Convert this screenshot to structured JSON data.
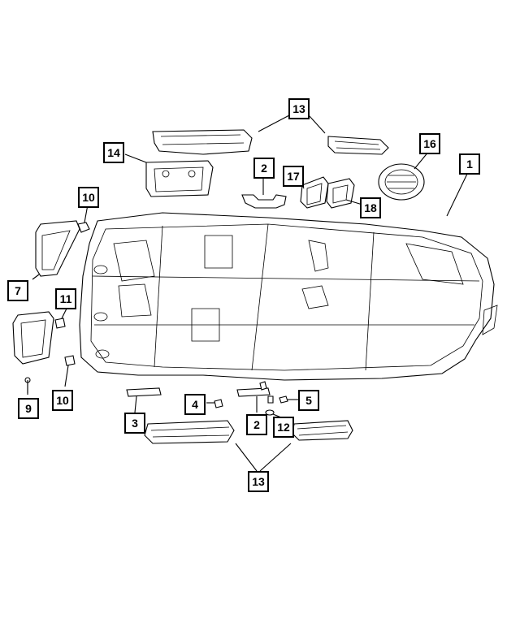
{
  "callouts": [
    {
      "id": "c13-top",
      "label": "13"
    },
    {
      "id": "c14",
      "label": "14"
    },
    {
      "id": "c2-top",
      "label": "2"
    },
    {
      "id": "c17",
      "label": "17"
    },
    {
      "id": "c18",
      "label": "18"
    },
    {
      "id": "c16",
      "label": "16"
    },
    {
      "id": "c1",
      "label": "1"
    },
    {
      "id": "c10-top",
      "label": "10"
    },
    {
      "id": "c7",
      "label": "7"
    },
    {
      "id": "c11",
      "label": "11"
    },
    {
      "id": "c9",
      "label": "9"
    },
    {
      "id": "c10-bottom",
      "label": "10"
    },
    {
      "id": "c3",
      "label": "3"
    },
    {
      "id": "c4",
      "label": "4"
    },
    {
      "id": "c2-bottom",
      "label": "2"
    },
    {
      "id": "c12",
      "label": "12"
    },
    {
      "id": "c5",
      "label": "5"
    },
    {
      "id": "c13-bottom",
      "label": "13"
    }
  ]
}
